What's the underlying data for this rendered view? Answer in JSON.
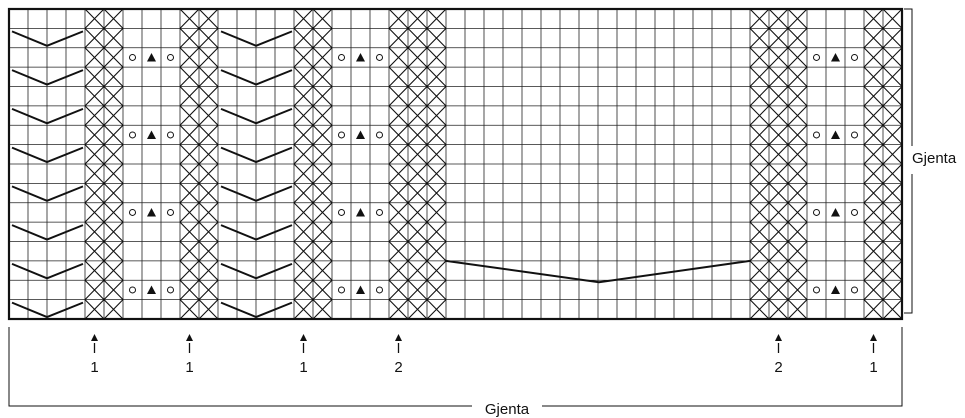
{
  "labels": {
    "repeat_rows": "Gjenta",
    "repeat_stitches": "Gjenta"
  },
  "markers": [
    "1",
    "1",
    "1",
    "2",
    "2",
    "1"
  ],
  "grid": {
    "columns": 47,
    "rows": 16
  },
  "symbols": {
    "cable_cross": "X in square",
    "eyelet": "small circle",
    "decrease": "filled triangle",
    "chevron": "V-shaped line across cells"
  },
  "colors": {
    "ink": "#111111",
    "grid_line": "#222222",
    "background": "#ffffff"
  }
}
